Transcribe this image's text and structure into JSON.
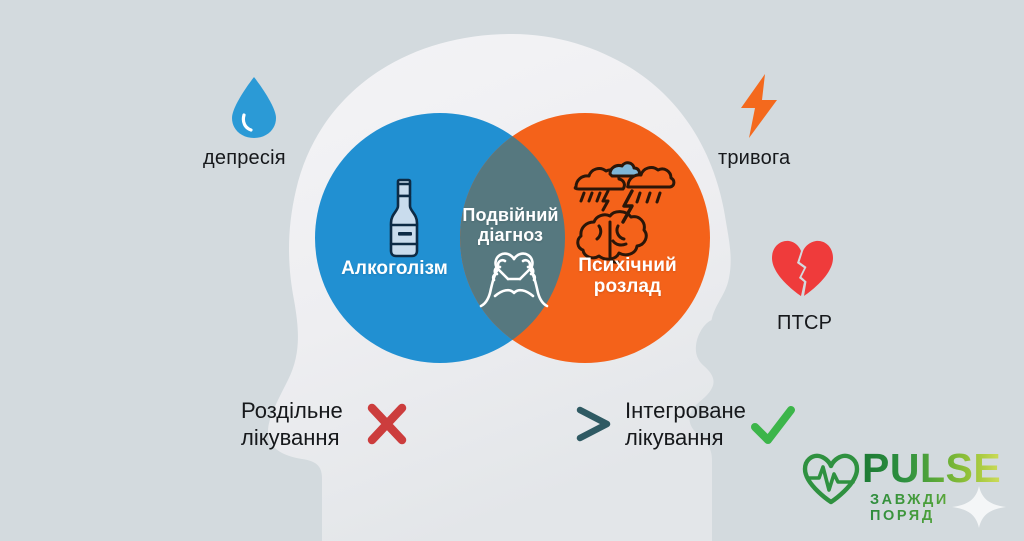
{
  "background": {
    "color": "#d3dade",
    "head_fill": "#f1f1f3"
  },
  "venn": {
    "left_circle": {
      "label": "Алкоголізм",
      "color": "#2190d2",
      "icon": "bottle-icon"
    },
    "right_circle": {
      "label": "Психічний\nрозлад",
      "label_line1": "Психічний",
      "label_line2": "розлад",
      "color": "#f4621a",
      "icon": "brain-storm-icon"
    },
    "overlap": {
      "label_line1": "Подвійний",
      "label_line2": "діагноз",
      "color": "#56787f",
      "icon": "handshake-icon"
    }
  },
  "outer_labels": [
    {
      "id": "depression",
      "text": "депресія",
      "icon": "water-drop-icon",
      "icon_color": "#2b9ad6"
    },
    {
      "id": "anxiety",
      "text": "тривога",
      "icon": "lightning-bolt-icon",
      "icon_color": "#f4691d"
    },
    {
      "id": "ptsr",
      "text": "ПТСР",
      "icon": "broken-heart-icon",
      "icon_color": "#ef3b3b"
    }
  ],
  "treatment": {
    "separate_line1": "Роздільне",
    "separate_line2": "лікування",
    "separate_mark": "cross-mark-icon",
    "separate_mark_color": "#cc3d3d",
    "integrated_line1": "Інтегроване",
    "integrated_line2": "лікування",
    "integrated_mark": "check-mark-icon",
    "integrated_mark_color": "#3cb54a",
    "arrow": "right-arrow-icon"
  },
  "logo": {
    "wordmark": "PULSE",
    "tagline": "ЗАВЖДИ ПОРЯД",
    "icon": "heart-pulse-icon",
    "color_start": "#1c7a34",
    "color_end": "#cfdc5a"
  }
}
